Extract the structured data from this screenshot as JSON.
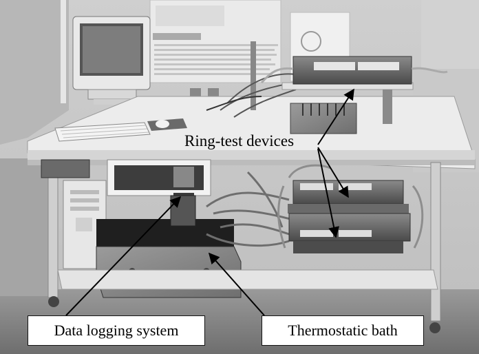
{
  "photo": {
    "kind": "grayscale photograph of a laboratory test bench",
    "colors": {
      "background_wall": "#d9d9d9",
      "bench_top": "#eeeeee",
      "shadow": "#3a3a3a",
      "wood": "#8a8a8a"
    }
  },
  "annotations": {
    "ring_test_devices": "Ring-test devices",
    "data_logging_system": "Data logging system",
    "thermostatic_bath": "Thermostatic bath"
  }
}
